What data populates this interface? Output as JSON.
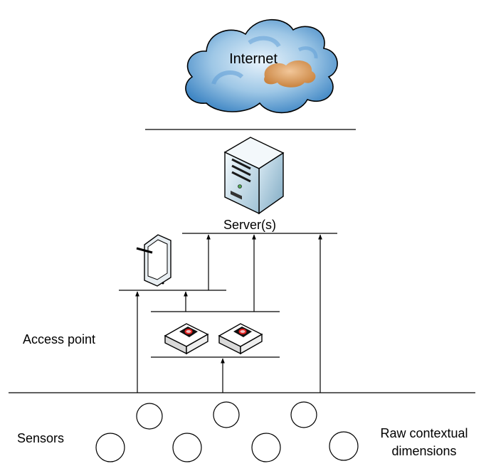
{
  "labels": {
    "internet": "Internet",
    "server": "Server(s)",
    "access_point": "Access point",
    "sensors": "Sensors",
    "raw_contextual_line1": "Raw contextual",
    "raw_contextual_line2": "dimensions"
  },
  "icons": {
    "cloud": "cloud-icon",
    "server": "server-tower-icon",
    "tablet": "tablet-icon",
    "access_point": "access-point-icon",
    "sensor": "sensor-circle-icon"
  },
  "colors": {
    "line": "#000000",
    "cloud_blue": "#5b9bd5",
    "cloud_orange": "#d89a55",
    "server_body": "#b7d3e3"
  }
}
